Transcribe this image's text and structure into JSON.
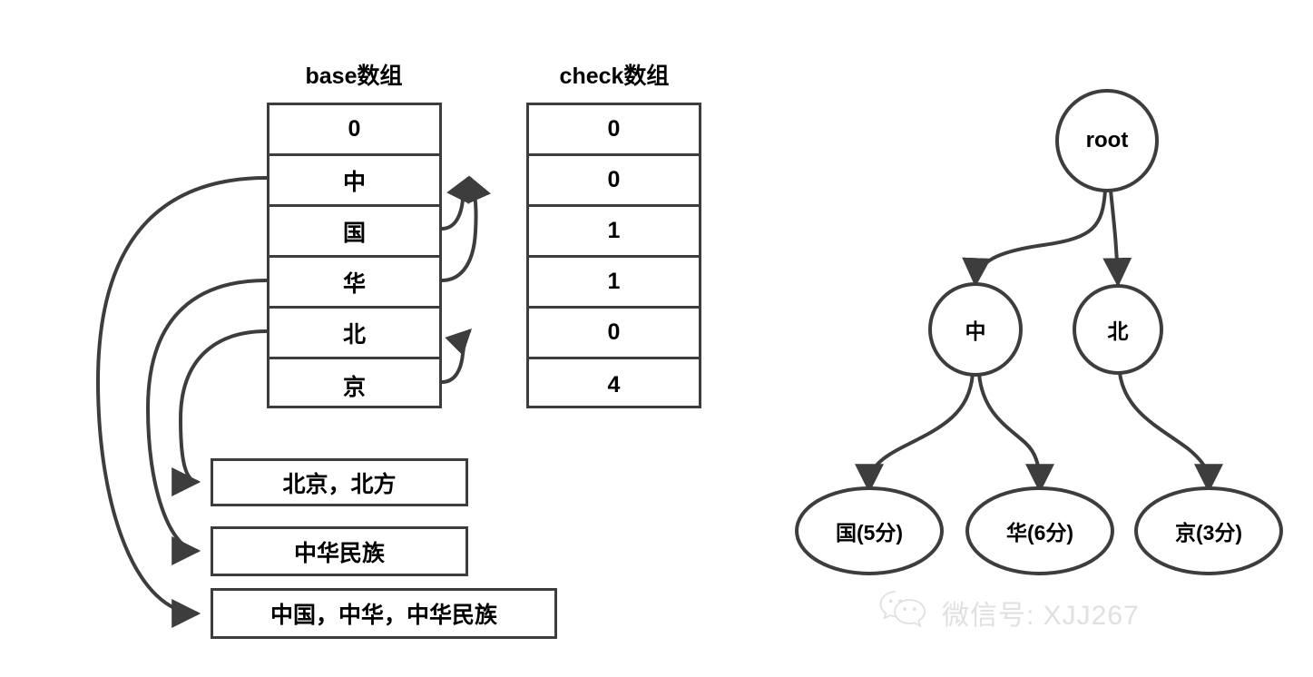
{
  "diagram": {
    "title_base": "base数组",
    "title_check": "check数组",
    "base_array": {
      "label": "base数组",
      "cells": [
        "0",
        "中",
        "国",
        "华",
        "北",
        "京"
      ]
    },
    "check_array": {
      "label": "check数组",
      "cells": [
        "0",
        "0",
        "1",
        "1",
        "0",
        "4"
      ]
    },
    "word_boxes": [
      {
        "text": "北京，北方"
      },
      {
        "text": "中华民族"
      },
      {
        "text": "中国，中华，中华民族"
      }
    ],
    "tree": {
      "root": {
        "label": "root"
      },
      "level1": [
        {
          "label": "中"
        },
        {
          "label": "北"
        }
      ],
      "leaves": [
        {
          "label": "国(5分)",
          "char": "国",
          "score": "5分"
        },
        {
          "label": "华(6分)",
          "char": "华",
          "score": "6分"
        },
        {
          "label": "京(3分)",
          "char": "京",
          "score": "3分"
        }
      ]
    },
    "watermark": {
      "text": "微信号: XJJ267",
      "icon": "wechat-icon"
    },
    "colors": {
      "stroke": "#3d3d3d",
      "text": "#000000",
      "background": "#ffffff",
      "watermark": "#9a9a9a"
    }
  }
}
